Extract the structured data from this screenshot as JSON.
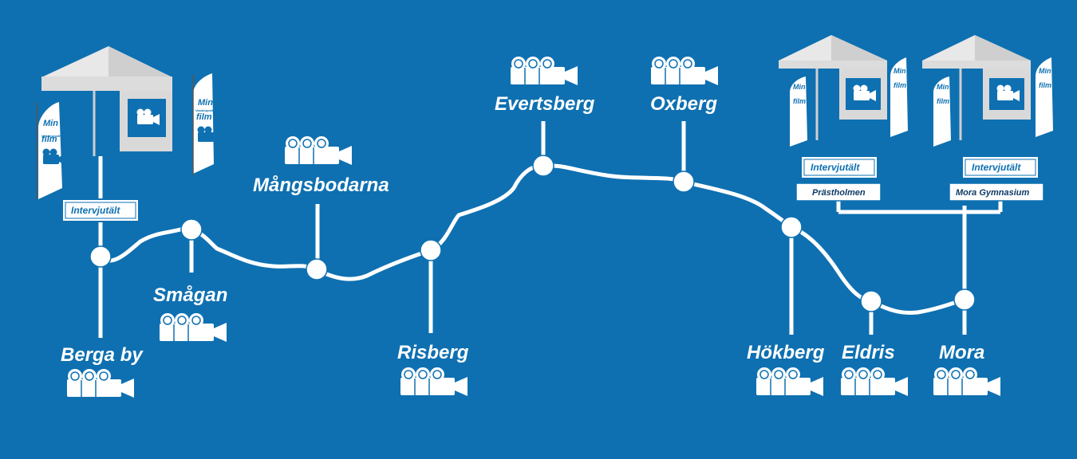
{
  "colors": {
    "background": "#0e70b1",
    "route": "#ffffff",
    "tent": "#d9d9d9"
  },
  "stations": [
    {
      "id": "berga-by",
      "label": "Berga by"
    },
    {
      "id": "smagan",
      "label": "Smågan"
    },
    {
      "id": "mangsbodarna",
      "label": "Mångsbodarna"
    },
    {
      "id": "risberg",
      "label": "Risberg"
    },
    {
      "id": "evertsberg",
      "label": "Evertsberg"
    },
    {
      "id": "oxberg",
      "label": "Oxberg"
    },
    {
      "id": "hokberg",
      "label": "Hökberg"
    },
    {
      "id": "eldris",
      "label": "Eldris"
    },
    {
      "id": "mora",
      "label": "Mora"
    }
  ],
  "interview_tents": [
    {
      "label": "Intervjutält",
      "location": ""
    },
    {
      "label": "Intervjutält",
      "location": "Prästholmen"
    },
    {
      "label": "Intervjutält",
      "location": "Mora Gymnasium"
    }
  ],
  "flag": {
    "line1": "Min",
    "line2": "Vasaloppsfilm",
    "line3": "film"
  },
  "icons": {
    "camera": "film-camera-icon",
    "tent": "tent-icon",
    "flag": "beach-flag-icon"
  }
}
